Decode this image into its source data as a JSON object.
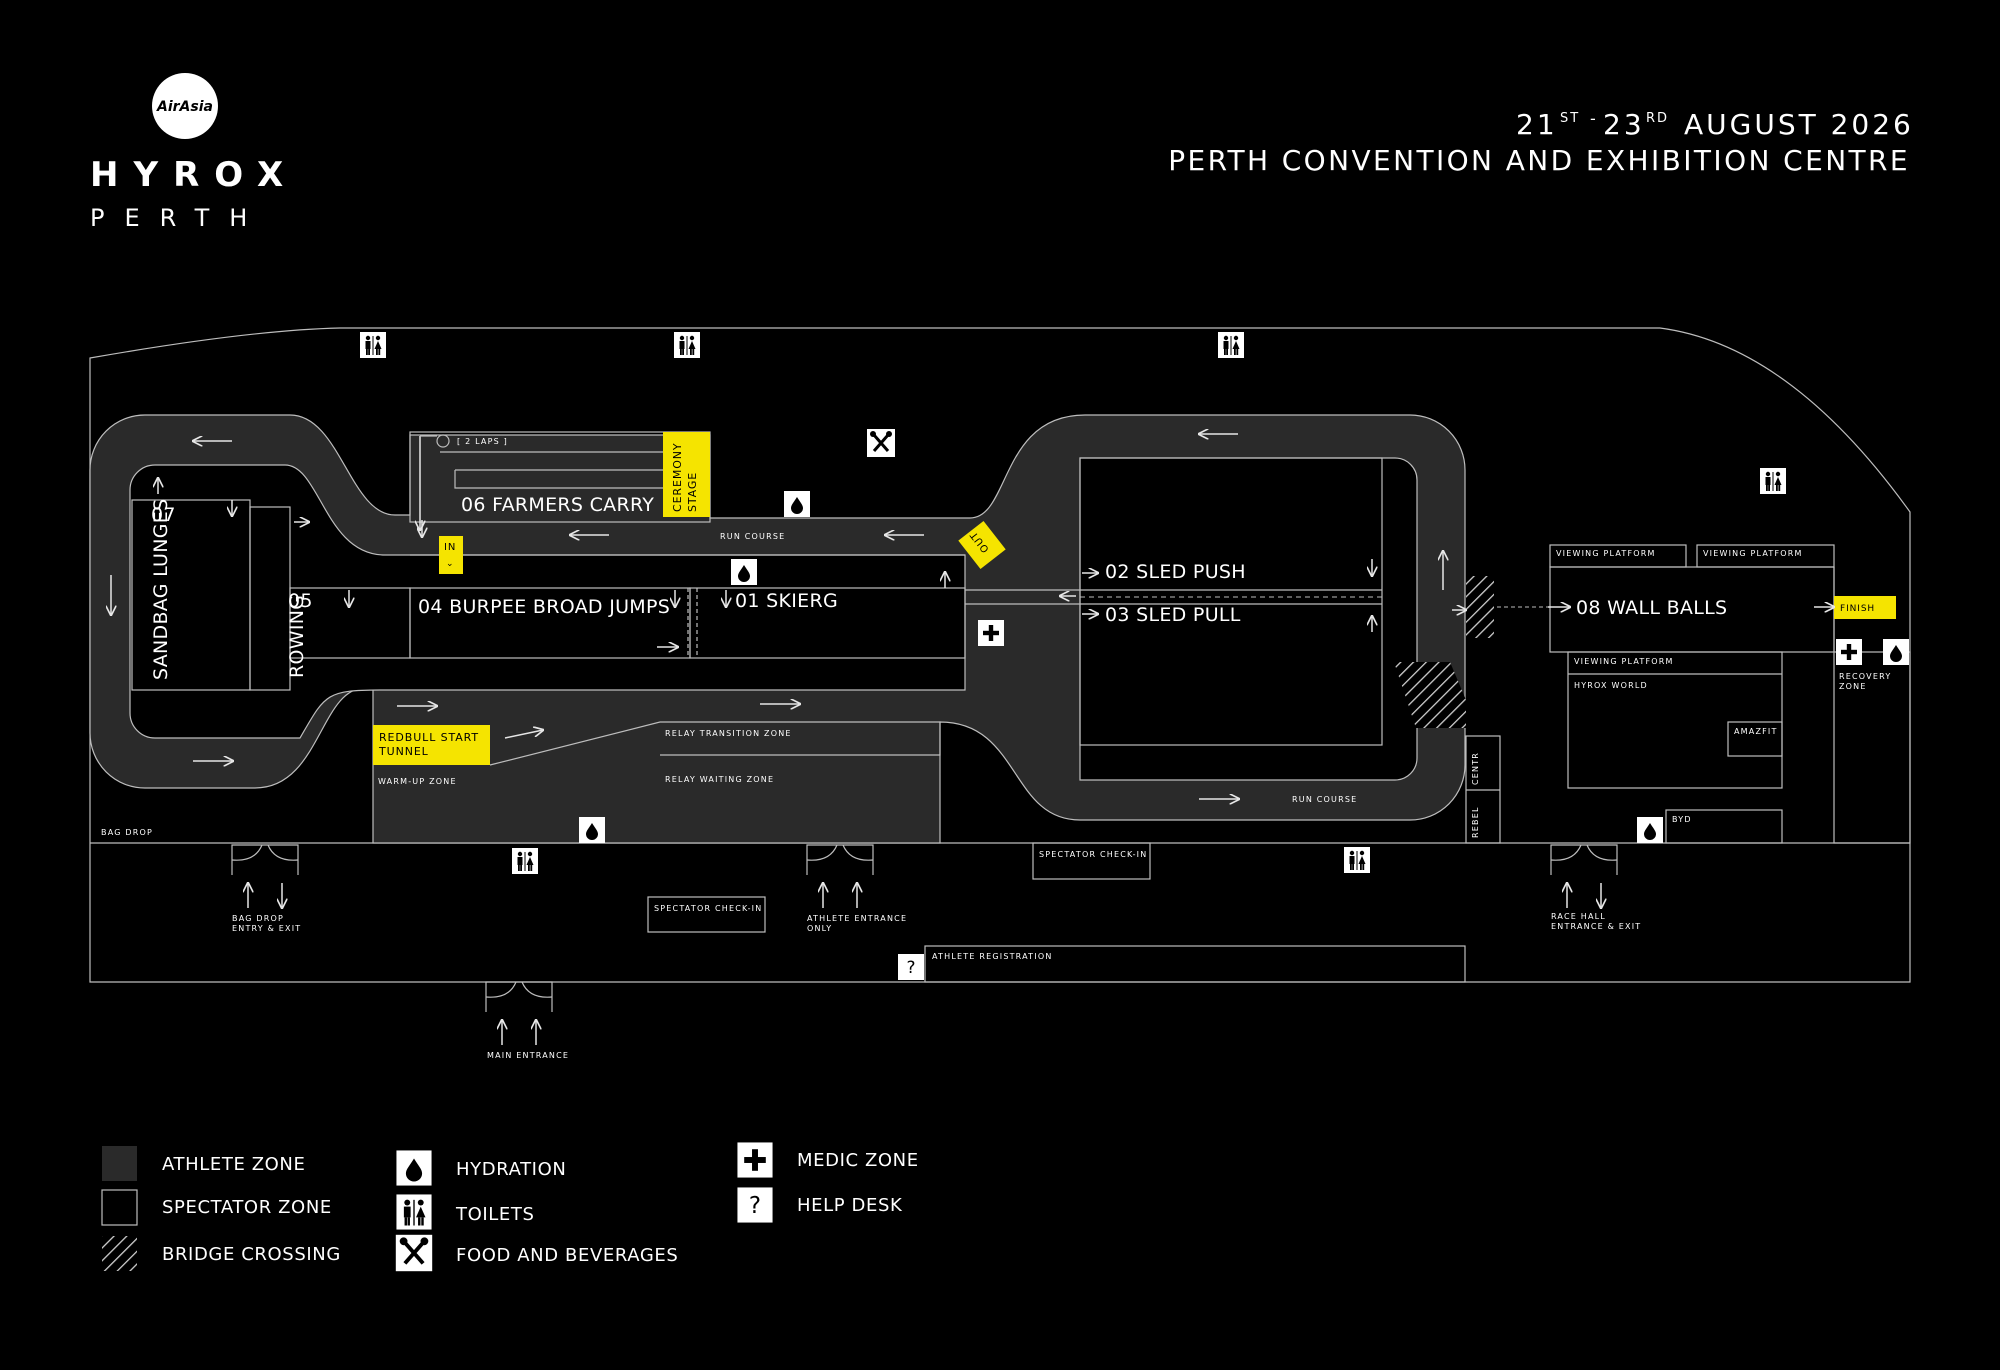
{
  "branding": {
    "sponsor_logo": "AirAsia",
    "event": "HYROX",
    "city": "PERTH"
  },
  "header": {
    "date_start": "21",
    "date_start_suffix": "ST",
    "date_sep": "-",
    "date_end": "23",
    "date_end_suffix": "RD",
    "date_rest": "AUGUST 2026",
    "venue": "PERTH CONVENTION AND EXHIBITION CENTRE"
  },
  "stations": {
    "s01": "01 SKIERG",
    "s02": "02 SLED PUSH",
    "s03": "03 SLED PULL",
    "s04": "04 BURPEE BROAD JUMPS",
    "s05_num": "05",
    "s05_name": "ROWING",
    "s06": "06 FARMERS CARRY",
    "s06_laps": "[ 2 LAPS ]",
    "s07_num": "07",
    "s07_name": "SANDBAG LUNGES",
    "s08": "08 WALL BALLS"
  },
  "yellow_labels": {
    "ceremony": "CEREMONY",
    "stage": "STAGE",
    "in": "IN",
    "out": "OUT",
    "redbull_1": "REDBULL START",
    "redbull_2": "TUNNEL",
    "finish": "FINISH"
  },
  "zones": {
    "run_course": "RUN COURSE",
    "warm_up": "WARM-UP ZONE",
    "relay_transition": "RELAY TRANSITION ZONE",
    "relay_waiting": "RELAY WAITING ZONE",
    "bag_drop": "BAG DROP",
    "viewing_platform": "VIEWING PLATFORM",
    "hyrox_world": "HYROX WORLD",
    "amazfit": "AMAZFIT",
    "byd": "BYD",
    "centr": "CENTR",
    "rebel": "REBEL",
    "recovery_1": "RECOVERY",
    "recovery_2": "ZONE",
    "spectator_checkin": "SPECTATOR CHECK-IN",
    "athlete_registration": "ATHLETE REGISTRATION"
  },
  "entrances": {
    "bag_drop_1": "BAG DROP",
    "bag_drop_2": "ENTRY & EXIT",
    "athlete_1": "ATHLETE ENTRANCE",
    "athlete_2": "ONLY",
    "race_hall_1": "RACE HALL",
    "race_hall_2": "ENTRANCE & EXIT",
    "main": "MAIN ENTRANCE"
  },
  "legend": {
    "athlete_zone": "ATHLETE ZONE",
    "spectator_zone": "SPECTATOR ZONE",
    "bridge_crossing": "BRIDGE CROSSING",
    "hydration": "HYDRATION",
    "toilets": "TOILETS",
    "food": "FOOD AND BEVERAGES",
    "medic": "MEDIC ZONE",
    "help": "HELP DESK"
  },
  "colors": {
    "background": "#000000",
    "athlete_zone": "#2a2a2a",
    "accent_yellow": "#f5e400",
    "line": "#bdbdbd",
    "text": "#ffffff"
  }
}
